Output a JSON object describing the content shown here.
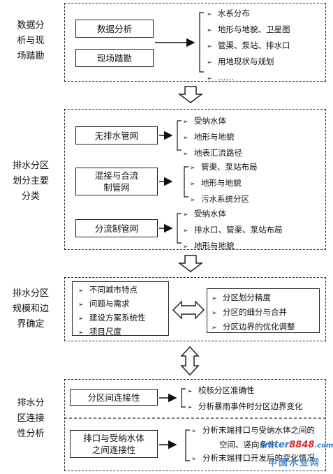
{
  "colors": {
    "border": "#222222",
    "dashed": "#333333",
    "watermark_blue": "#2e7bd6",
    "watermark_red": "#d82a2a"
  },
  "icons": {
    "bullet": "arrow-bullet-icon",
    "down_arrow": "hollow-down-arrow-icon",
    "bidir_arrow": "hollow-double-arrow-icon"
  },
  "sections": [
    {
      "side_label": [
        "数据分",
        "析与现",
        "场踏勘"
      ],
      "boxes": [
        "数据分析",
        "现场踏勘"
      ],
      "items": [
        "水系分布",
        "地形与地貌、卫星图",
        "管渠、泵站、排水口",
        "用地现状与规划",
        "……"
      ]
    },
    {
      "side_label": [
        "排水分区",
        "划分主要",
        "分类"
      ],
      "groups": [
        {
          "box": [
            "无排水管网"
          ],
          "items": [
            "受纳水体",
            "地形与地貌",
            "地表汇流路径"
          ]
        },
        {
          "box": [
            "混接与合流",
            "制管网"
          ],
          "items": [
            "管渠、泵站布局",
            "地形与地貌",
            "污水系统分区"
          ]
        },
        {
          "box": [
            "分流制管网"
          ],
          "items": [
            "受纳水体",
            "排水口、管渠、泵站布局",
            "地形与地貌"
          ]
        }
      ]
    },
    {
      "side_label": [
        "排水分区",
        "规模和边",
        "界确定"
      ],
      "left_items": [
        "不同城市特点",
        "问题与需求",
        "建设方案系统性",
        "项目尺度"
      ],
      "right_items": [
        "分区划分精度",
        "分区的细分与合并",
        "分区边界的优化调整"
      ]
    },
    {
      "side_label": [
        "排水分",
        "区连接",
        "性分析"
      ],
      "groups": [
        {
          "box": [
            "分区间连接性"
          ],
          "items": [
            "校核分区准确性",
            "分析暴雨事件时分区边界变化"
          ]
        },
        {
          "box": [
            "排口与受纳水体",
            "之间连接性"
          ],
          "items": [
            "分析末端排口与受纳水体之间的",
            "空间、竖向条件",
            "分析末端排口开发后的变化情况"
          ]
        }
      ]
    }
  ],
  "watermark": {
    "brand_a": "water",
    "brand_b": "8848",
    "brand_c": ".com",
    "cn": "中国水业网"
  }
}
